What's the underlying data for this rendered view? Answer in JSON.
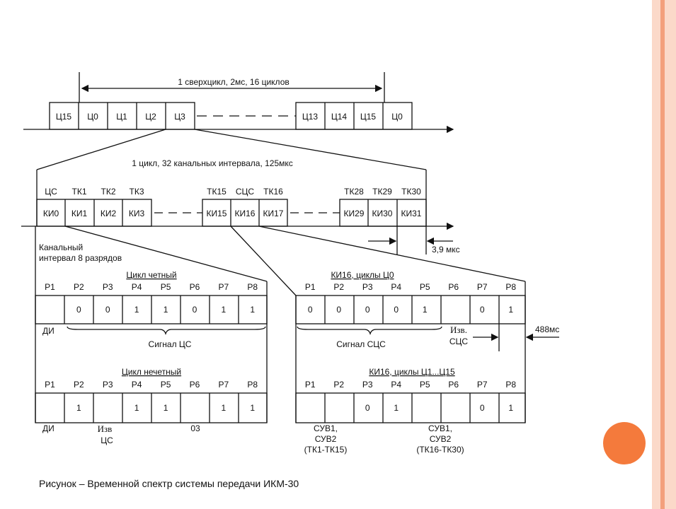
{
  "colors": {
    "bar_light": "#fbd9c9",
    "bar_dark": "#f3a07c",
    "accent_circle": "#f47a3c",
    "ink": "#111111"
  },
  "superframe": {
    "label": "1 сверхцикл, 2мс, 16 циклов",
    "cells_left": [
      "Ц15",
      "Ц0",
      "Ц1",
      "Ц2",
      "Ц3"
    ],
    "cells_right": [
      "Ц13",
      "Ц14",
      "Ц15",
      "Ц0"
    ]
  },
  "frame": {
    "label": "1 цикл, 32 канальных интервала, 125мкс",
    "top_labels": [
      "ЦС",
      "ТК1",
      "ТК2",
      "ТК3",
      "ТК15",
      "СЦС",
      "ТК16",
      "ТК28",
      "ТК29",
      "ТК30"
    ],
    "cells": [
      "КИ0",
      "КИ1",
      "КИ2",
      "КИ3",
      "КИ15",
      "КИ16",
      "КИ17",
      "КИ29",
      "КИ30",
      "КИ31"
    ],
    "duration": "3,9 мкс"
  },
  "channel_note": [
    "Канальный",
    "интервал 8  разрядов"
  ],
  "even": {
    "title": "Цикл четный",
    "headers": [
      "P1",
      "P2",
      "P3",
      "P4",
      "P5",
      "P6",
      "P7",
      "P8"
    ],
    "values": [
      "",
      "0",
      "0",
      "1",
      "1",
      "0",
      "1",
      "1"
    ],
    "di": "ДИ",
    "signal": "Сигнал ЦС"
  },
  "odd": {
    "title": "Цикл нечетный",
    "headers": [
      "P1",
      "P2",
      "P3",
      "P4",
      "P5",
      "P6",
      "P7",
      "P8"
    ],
    "values": [
      "",
      "1",
      "",
      "1",
      "1",
      "",
      "1",
      "1"
    ],
    "di": "ДИ",
    "izv": [
      "Изв",
      "ЦС"
    ],
    "o3": "03"
  },
  "ki16_c0": {
    "title": "КИ16, циклы Ц0",
    "headers": [
      "P1",
      "P2",
      "P3",
      "P4",
      "P5",
      "P6",
      "P7",
      "P8"
    ],
    "values": [
      "0",
      "0",
      "0",
      "0",
      "1",
      "",
      "0",
      "1"
    ],
    "signal": "Сигнал СЦС",
    "izv": [
      "Изв.",
      "СЦС"
    ],
    "ms": "488мс"
  },
  "ki16_c1": {
    "title": "КИ16, циклы Ц1...Ц15",
    "headers": [
      "P1",
      "P2",
      "P3",
      "P4",
      "P5",
      "P6",
      "P7",
      "P8"
    ],
    "values": [
      "",
      "",
      "0",
      "1",
      "",
      "",
      "0",
      "1"
    ],
    "suv_left": [
      "СУВ1,",
      "СУВ2",
      "(ТК1-ТК15)"
    ],
    "suv_right": [
      "СУВ1,",
      "СУВ2",
      "(ТК16-ТК30)"
    ]
  },
  "caption": "Рисунок – Временной спектр системы передачи ИКМ-30"
}
